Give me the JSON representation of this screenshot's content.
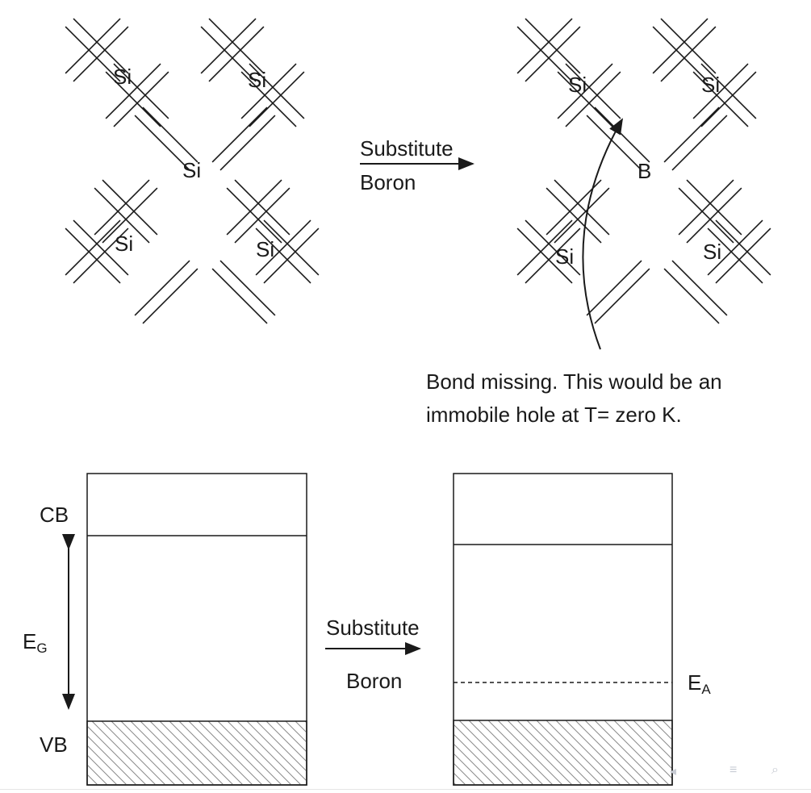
{
  "lattice_left": {
    "atoms": [
      "Si",
      "Si",
      "Si",
      "Si",
      "Si"
    ]
  },
  "lattice_right": {
    "atoms": [
      "Si",
      "Si",
      "B",
      "Si",
      "Si"
    ]
  },
  "top_arrow": {
    "line1": "Substitute",
    "line2": "Boron"
  },
  "annotation": {
    "line1": "Bond missing. This would be an",
    "line2": "immobile hole at T= zero K."
  },
  "band_left": {
    "cb_label": "CB",
    "vb_label": "VB",
    "gap_label_main": "E",
    "gap_label_sub": "G"
  },
  "bottom_arrow": {
    "line1": "Substitute",
    "line2": "Boron"
  },
  "band_right": {
    "acceptor_label_main": "E",
    "acceptor_label_sub": "A"
  },
  "nav_icons": [
    "arrow-left-icon",
    "align-icon",
    "search-icon"
  ],
  "colors": {
    "ink": "#1a1a1a",
    "hatch": "#8a8a8a",
    "nav": "#c8ccd4"
  }
}
